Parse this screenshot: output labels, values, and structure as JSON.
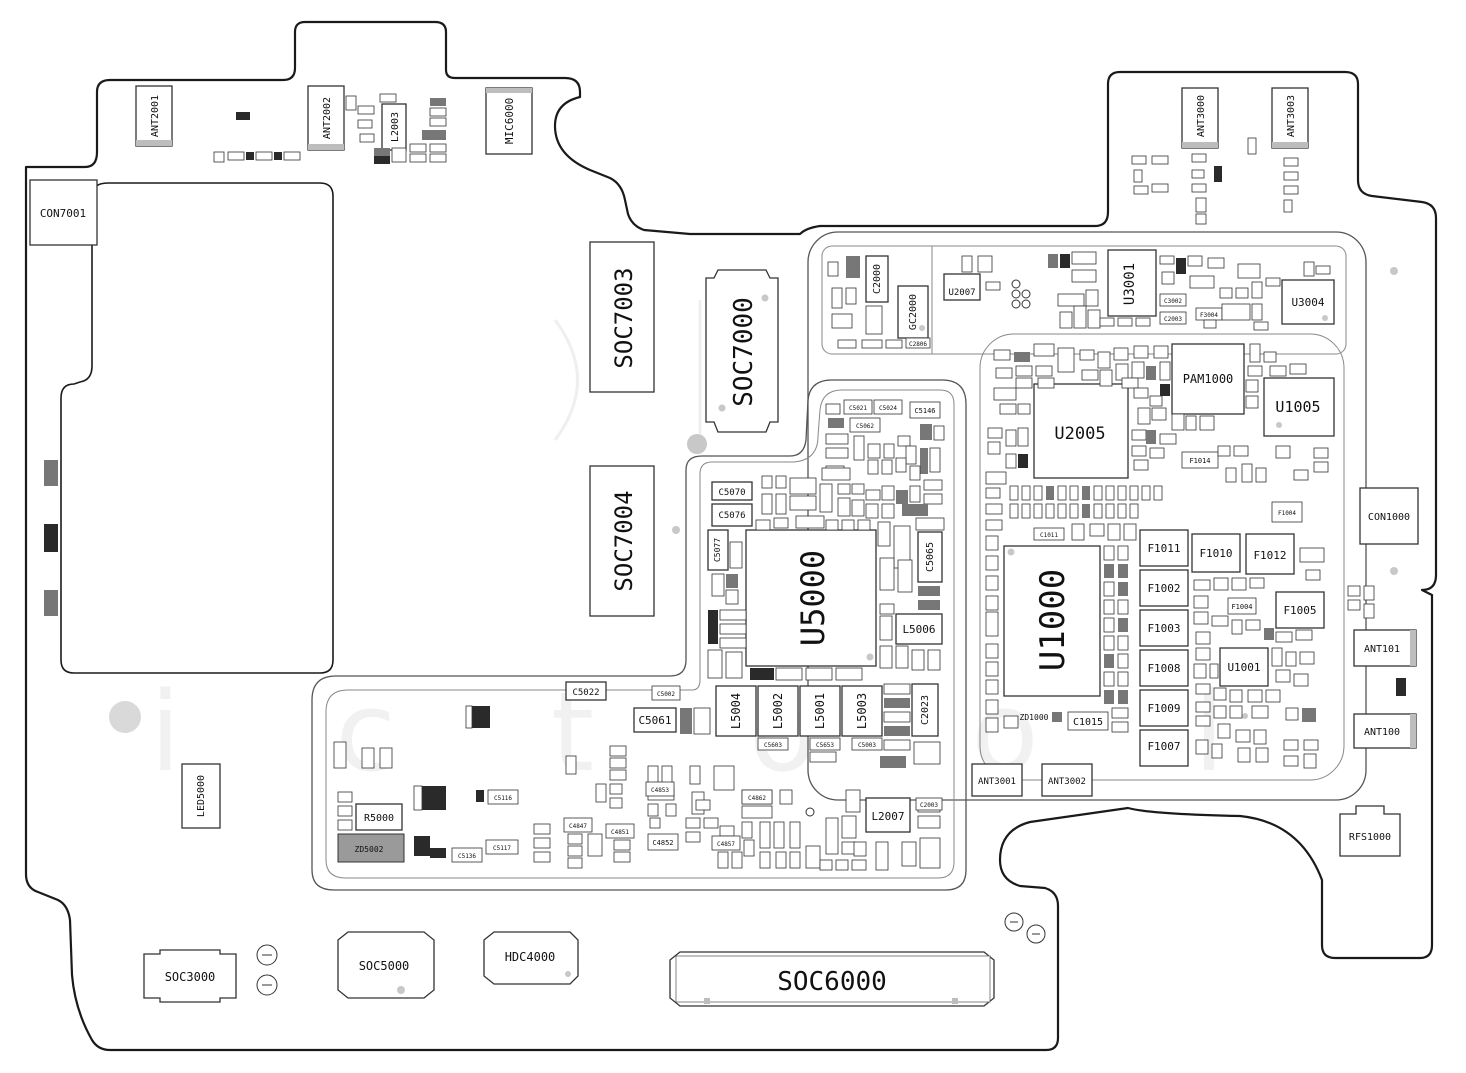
{
  "board": {
    "labels": {
      "con7001": "CON7001",
      "ant2001": "ANT2001",
      "ant2002": "ANT2002",
      "l2003": "L2003",
      "mic6000": "MIC6000",
      "ant3000": "ANT3000",
      "ant3003": "ANT3003",
      "soc7003": "SOC7003",
      "soc7000": "SOC7000",
      "soc7004": "SOC7004",
      "c2000": "C2000",
      "gc2000": "GC2000",
      "u2007": "U2007",
      "u3001": "U3001",
      "u3004": "U3004",
      "pam1000": "PAM1000",
      "u2005": "U2005",
      "u1005": "U1005",
      "con1000": "CON1000",
      "u5000": "U5000",
      "c5070": "C5070",
      "c5076": "C5076",
      "c5065": "C5065",
      "l5006": "L5006",
      "c5077": "C5077",
      "u1000": "U1000",
      "f1011": "F1011",
      "f1010": "F1010",
      "f1012": "F1012",
      "f1002": "F1002",
      "f1003": "F1003",
      "f1005": "F1005",
      "f1008": "F1008",
      "u1001": "U1001",
      "f1009": "F1009",
      "f1007": "F1007",
      "c1015": "C1015",
      "zd1000": "ZD1000",
      "ant101": "ANT101",
      "ant100": "ANT100",
      "rfs1000": "RFS1000",
      "ant3001": "ANT3001",
      "ant3002": "ANT3002",
      "led5000": "LED5000",
      "r5000": "R5000",
      "zd5002": "ZD5002",
      "c5022": "C5022",
      "c5061": "C5061",
      "l5004": "L5004",
      "l5002": "L5002",
      "l5001": "L5001",
      "l5003": "L5003",
      "c2023": "C2023",
      "l2007": "L2007",
      "c2003": "C2003",
      "c5116": "C5116",
      "c5117": "C5117",
      "c5136": "C5136",
      "c4853": "C4853",
      "c4862": "C4862",
      "c4857": "C4857",
      "c4852": "C4852",
      "c4851": "C4851",
      "c4847": "C4847",
      "c5021": "C5021",
      "c5024": "C5024",
      "c5146": "C5146",
      "c5062": "C5062",
      "c5002": "C5002",
      "c5603": "C5603",
      "c5653": "C5653",
      "c5003": "C5003",
      "c1011": "C1011",
      "f1014": "F1014",
      "f1004": "F1004",
      "f3004": "F3004",
      "c3002": "C3002",
      "c2003b": "C2003",
      "c2806": "C2806",
      "soc3000": "SOC3000",
      "soc5000": "SOC5000",
      "hdc4000": "HDC4000",
      "soc6000": "SOC6000"
    }
  }
}
